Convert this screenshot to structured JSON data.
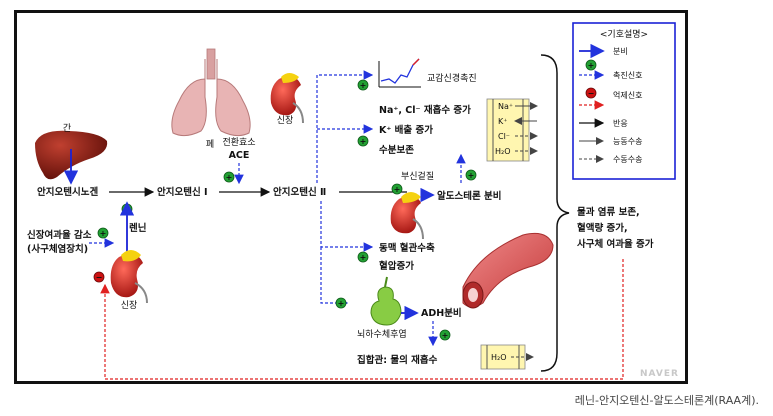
{
  "title": "",
  "caption": "레닌-안지오텐신-알도스테론계(RAA계).",
  "watermark": "NAVER",
  "labels": {
    "liver": "간",
    "lung": "폐",
    "kidney_top": "신장",
    "conversion_enzyme": "전환효소",
    "ace": "ACE",
    "angiotensinogen": "안지오텐시노겐",
    "angiotensin1": "안지오텐신 Ⅰ",
    "angiotensin2": "안지오텐신 Ⅱ",
    "renin": "렌닌",
    "decrease_line1": "신장여과율 감소",
    "decrease_line2": "(사구체염장치)",
    "kidney_bottom": "신장",
    "sympathetic": "교감신경촉진",
    "reabsorb": "Na⁺, Cl⁻ 재흡수 증가",
    "k_excrete": "K⁺ 배출 증가",
    "water_keep": "수분보존",
    "adrenal": "부신겉질",
    "aldosterone": "알도스테론 분비",
    "vaso_line1": "동맥 혈관수축",
    "vaso_line2": "혈압증가",
    "pituitary": "뇌하수체후엽",
    "adh": "ADH분비",
    "collecting": "집합관: 물의 재흡수",
    "result_line1": "물과 염류 보존,",
    "result_line2": "혈액량 증가,",
    "result_line3": "사구체 여과율 증가",
    "ion_na": "Na⁺",
    "ion_k": "K⁺",
    "ion_cl": "Cl⁻",
    "ion_h2o": "H₂O",
    "h2o_box": "H₂O"
  },
  "legend": {
    "title": "<기호설명>",
    "items": [
      {
        "label": "분비",
        "kind": "secretion"
      },
      {
        "label": "촉진신호",
        "kind": "promote"
      },
      {
        "label": "억제신호",
        "kind": "inhibit"
      },
      {
        "label": "반응",
        "kind": "reaction"
      },
      {
        "label": "능동수송",
        "kind": "active"
      },
      {
        "label": "수동수송",
        "kind": "passive"
      }
    ]
  },
  "colors": {
    "secretion": "#1a22d6",
    "promote_dash": "#2233dd",
    "inhibit_dash": "#e02020",
    "plus_fill": "#22a033",
    "minus_fill": "#cc1111",
    "organ_red": "#8a1a10",
    "lung_pink": "#e8b4b4",
    "kidney_red": "#c8201c",
    "adrenal_yellow": "#f5d210",
    "artery_red": "#e25858",
    "pituitary_green": "#88cc44",
    "ion_box": "#fff6b0"
  }
}
